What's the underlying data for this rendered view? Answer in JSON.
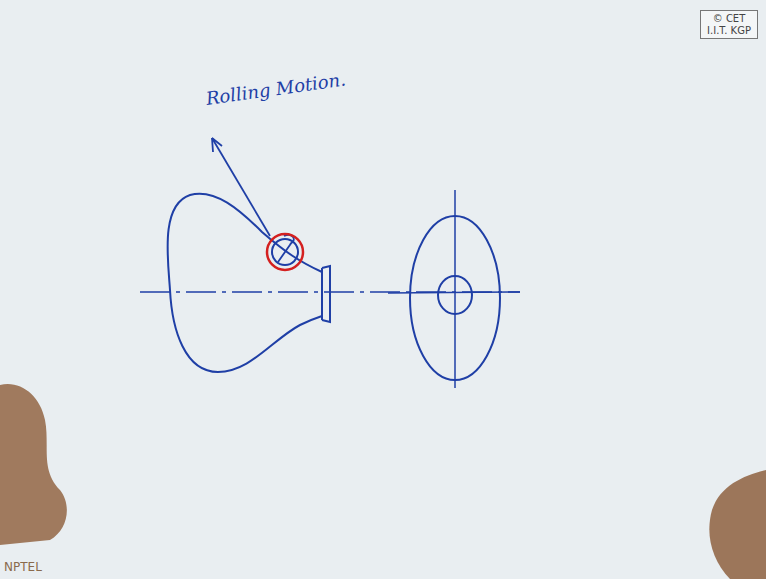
{
  "diagram": {
    "nodes": [
      {
        "text": [
          "© CET I.I.T. KGP"
        ]
      }
    ],
    "labels": [
      "Rolling Motion.",
      "NPTEL"
    ]
  }
}
